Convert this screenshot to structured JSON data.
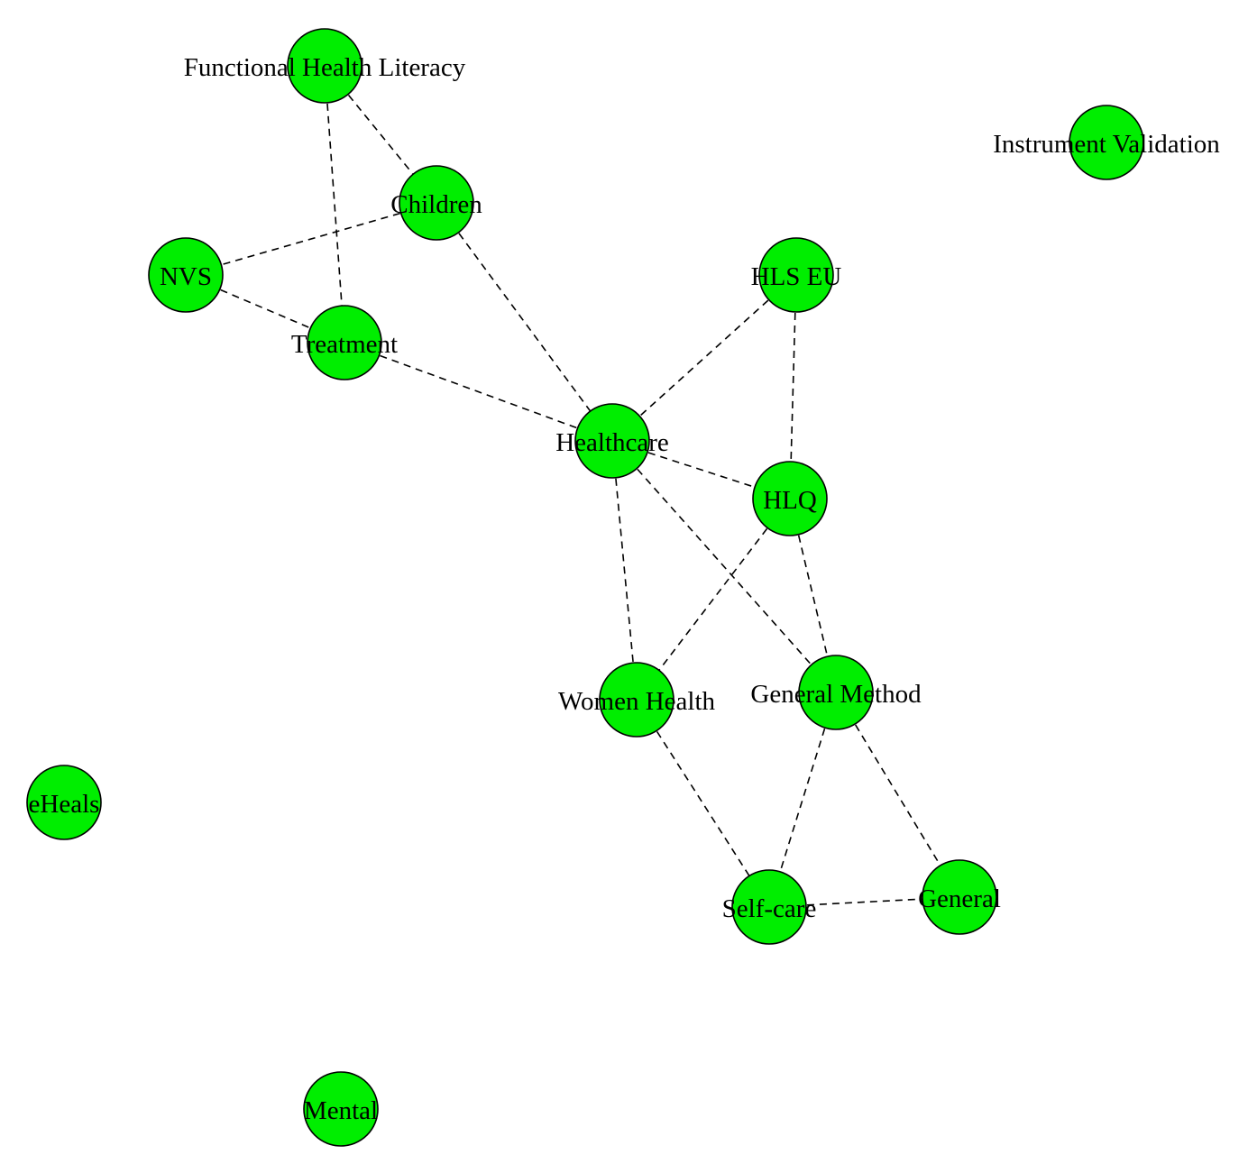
{
  "graph": {
    "node_color": "#00ee00",
    "node_border_color": "#000000",
    "edge_color": "#000000",
    "edge_style": "dashed",
    "nodes": [
      {
        "id": "functional-health-literacy",
        "label": "Functional Health Literacy"
      },
      {
        "id": "children",
        "label": "Children"
      },
      {
        "id": "nvs",
        "label": "NVS"
      },
      {
        "id": "treatment",
        "label": "Treatment"
      },
      {
        "id": "hls-eu",
        "label": "HLS EU"
      },
      {
        "id": "healthcare",
        "label": "Healthcare"
      },
      {
        "id": "hlq",
        "label": "HLQ"
      },
      {
        "id": "women-health",
        "label": "Women Health"
      },
      {
        "id": "general-method",
        "label": "General Method"
      },
      {
        "id": "self-care",
        "label": "Self-care"
      },
      {
        "id": "general",
        "label": "General"
      },
      {
        "id": "instrument-validation",
        "label": "Instrument Validation"
      },
      {
        "id": "eheals",
        "label": "eHeals"
      },
      {
        "id": "mental",
        "label": "Mental"
      }
    ],
    "edges": [
      [
        "functional-health-literacy",
        "children"
      ],
      [
        "functional-health-literacy",
        "treatment"
      ],
      [
        "children",
        "nvs"
      ],
      [
        "children",
        "healthcare"
      ],
      [
        "nvs",
        "treatment"
      ],
      [
        "treatment",
        "healthcare"
      ],
      [
        "hls-eu",
        "healthcare"
      ],
      [
        "hls-eu",
        "hlq"
      ],
      [
        "healthcare",
        "hlq"
      ],
      [
        "healthcare",
        "women-health"
      ],
      [
        "healthcare",
        "general-method"
      ],
      [
        "hlq",
        "women-health"
      ],
      [
        "hlq",
        "general-method"
      ],
      [
        "women-health",
        "self-care"
      ],
      [
        "general-method",
        "self-care"
      ],
      [
        "general-method",
        "general"
      ],
      [
        "self-care",
        "general"
      ]
    ]
  }
}
